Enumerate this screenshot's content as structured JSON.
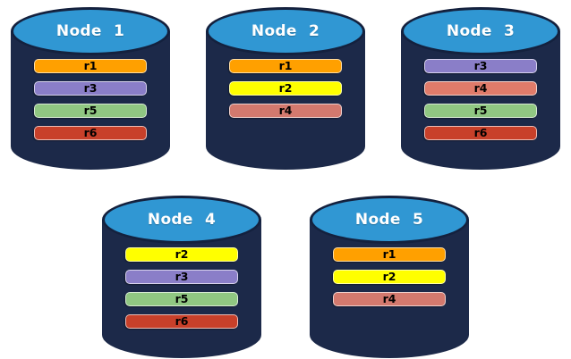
{
  "palette": {
    "background": "#FFFFFF",
    "cylinder_body": "#1C2949",
    "cylinder_top_fill": "#3097D3",
    "cylinder_outline": "#14213E",
    "title_text": "#FFFFFF",
    "bar_text": "#000000",
    "replica_colors": {
      "r1": "#FFA000",
      "r2": "#FFFF00",
      "r3": "#8A7EC8",
      "r4": "#DC7B6E",
      "r5": "#90C782",
      "r6": "#C8402A"
    }
  },
  "nodes": [
    {
      "label": "Node 1",
      "replicas": [
        {
          "label": "r1",
          "color": "#FFA000"
        },
        {
          "label": "r3",
          "color": "#8A7EC8"
        },
        {
          "label": "r5",
          "color": "#90C782"
        },
        {
          "label": "r6",
          "color": "#C8402A"
        }
      ]
    },
    {
      "label": "Node 2",
      "replicas": [
        {
          "label": "r1",
          "color": "#FFA000"
        },
        {
          "label": "r2",
          "color": "#FFFF00"
        },
        {
          "label": "r4",
          "color": "#D3796E"
        }
      ]
    },
    {
      "label": "Node 3",
      "replicas": [
        {
          "label": "r3",
          "color": "#8A7EC8"
        },
        {
          "label": "r4",
          "color": "#E07B6A"
        },
        {
          "label": "r5",
          "color": "#90C782"
        },
        {
          "label": "r6",
          "color": "#C8402A"
        }
      ]
    },
    {
      "label": "Node 4",
      "replicas": [
        {
          "label": "r2",
          "color": "#FFFF00"
        },
        {
          "label": "r3",
          "color": "#8A7EC8"
        },
        {
          "label": "r5",
          "color": "#90C782"
        },
        {
          "label": "r6",
          "color": "#C8402A"
        }
      ]
    },
    {
      "label": "Node 5",
      "replicas": [
        {
          "label": "r1",
          "color": "#FFA000"
        },
        {
          "label": "r2",
          "color": "#FFFF00"
        },
        {
          "label": "r4",
          "color": "#D3796E"
        }
      ]
    }
  ]
}
